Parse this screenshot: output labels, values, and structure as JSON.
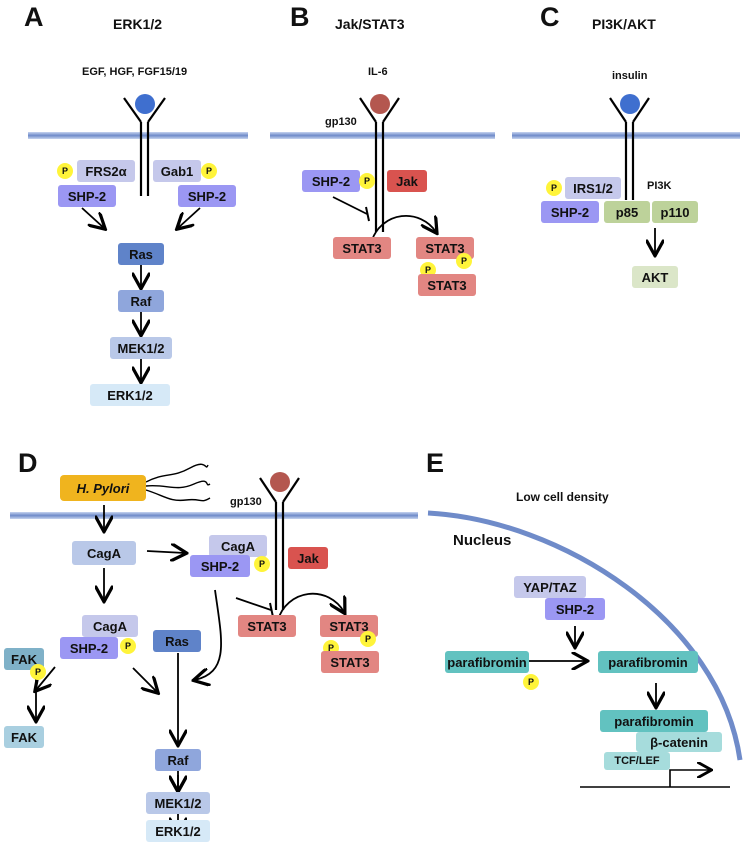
{
  "panels": {
    "a": {
      "letter": "A",
      "title": "ERK1/2",
      "ligands": "EGF, HGF, FGF15/19",
      "frs2": "FRS2α",
      "gab1": "Gab1",
      "shp2_left": "SHP-2",
      "shp2_right": "SHP-2",
      "ras": "Ras",
      "raf": "Raf",
      "mek": "MEK1/2",
      "erk": "ERK1/2"
    },
    "b": {
      "letter": "B",
      "title": "Jak/STAT3",
      "ligand": "IL-6",
      "receptor": "gp130",
      "shp2": "SHP-2",
      "jak": "Jak",
      "stat3_left": "STAT3",
      "stat3_right_top": "STAT3",
      "stat3_right_bottom": "STAT3"
    },
    "c": {
      "letter": "C",
      "title": "PI3K/AKT",
      "ligand": "insulin",
      "irs": "IRS1/2",
      "shp2": "SHP-2",
      "pi3k": "PI3K",
      "p85": "p85",
      "p110": "p110",
      "akt": "AKT"
    },
    "d": {
      "letter": "D",
      "pathogen": "H. Pylori",
      "receptor": "gp130",
      "caga_top": "CagA",
      "caga_complex": "CagA",
      "shp2_complex": "SHP-2",
      "jak": "Jak",
      "stat3_left": "STAT3",
      "stat3_right_top": "STAT3",
      "stat3_right_bottom": "STAT3",
      "caga_mid": "CagA",
      "shp2_mid": "SHP-2",
      "ras": "Ras",
      "fak_top": "FAK",
      "fak_bottom": "FAK",
      "raf": "Raf",
      "mek": "MEK1/2",
      "erk": "ERK1/2"
    },
    "e": {
      "letter": "E",
      "density": "Low cell density",
      "nucleus": "Nucleus",
      "yap": "YAP/TAZ",
      "shp2": "SHP-2",
      "parafibromin_left": "parafibromin",
      "parafibromin_right": "parafibromin",
      "parafibromin_bottom": "parafibromin",
      "catenin": "β-catenin",
      "tcf": "TCF/LEF"
    }
  },
  "phospho_label": "P",
  "colors": {
    "membrane": "#8fa6dc",
    "ligand_blue": "#3f6fcf",
    "ligand_red": "#b4574f",
    "phospho": "#fff43a"
  }
}
